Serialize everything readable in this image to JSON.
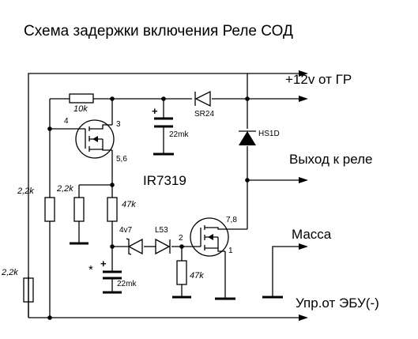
{
  "title": "Схема задержки включения Реле СОД",
  "terminals": {
    "power": "+12v от ГР",
    "relay_out": "Выход к реле",
    "ground": "Масса",
    "ecu": "Упр.от ЭБУ(-)"
  },
  "chip": "IR7319",
  "components": {
    "r_top": "10k",
    "d_sr24": "SR24",
    "c_top": "22mk",
    "d_hs1d": "HS1D",
    "r_left_mid": "2,2k",
    "r_inner": "2,2k",
    "r_47k_a": "47k",
    "r_left_low": "2,2k",
    "z_4v7": "4v7",
    "d_l53": "L53",
    "c_low": "22mk",
    "r_47k_b": "47k",
    "cap_plus": "+",
    "cap_mark": "*"
  },
  "pins": {
    "t1_gate": "4",
    "t1_drain": "3",
    "t1_source": "5,6",
    "t2_drain": "7,8",
    "t2_gate": "2",
    "t2_source": "1"
  }
}
